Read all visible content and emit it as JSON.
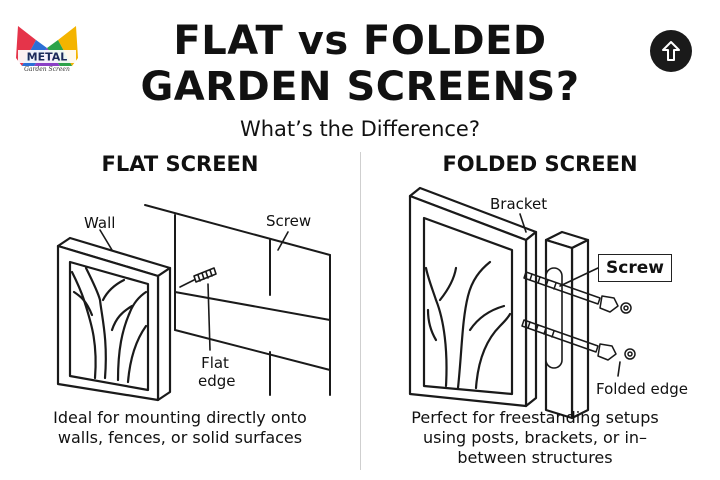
{
  "brand": {
    "logo_text": "METAL",
    "logo_subtext": "Garden Screen",
    "colors": [
      "#e5344a",
      "#f4b400",
      "#2ca34a",
      "#2b6fd6",
      "#8b3fc5",
      "#ff7a1a"
    ]
  },
  "header": {
    "title": "FLAT vs FOLDED GARDEN SCREENS?",
    "subtitle": "What’s the Difference?",
    "action_icon": "signpost-icon"
  },
  "flat": {
    "heading": "FLAT SCREEN",
    "labels": {
      "wall": "Wall",
      "screw": "Screw",
      "flat_edge_line1": "Flat",
      "flat_edge_line2": "edge"
    },
    "caption_line1": "Ideal for mounting directly onto",
    "caption_line2": "walls, fences, or solid surfaces"
  },
  "folded": {
    "heading": "FOLDED SCREEN",
    "labels": {
      "bracket": "Bracket",
      "screw": "Screw",
      "folded_edge": "Folded edge"
    },
    "caption_line1": "Perfect for freestanding setups",
    "caption_line2": "using posts, brackets, or in–",
    "caption_line3": "between structures"
  }
}
